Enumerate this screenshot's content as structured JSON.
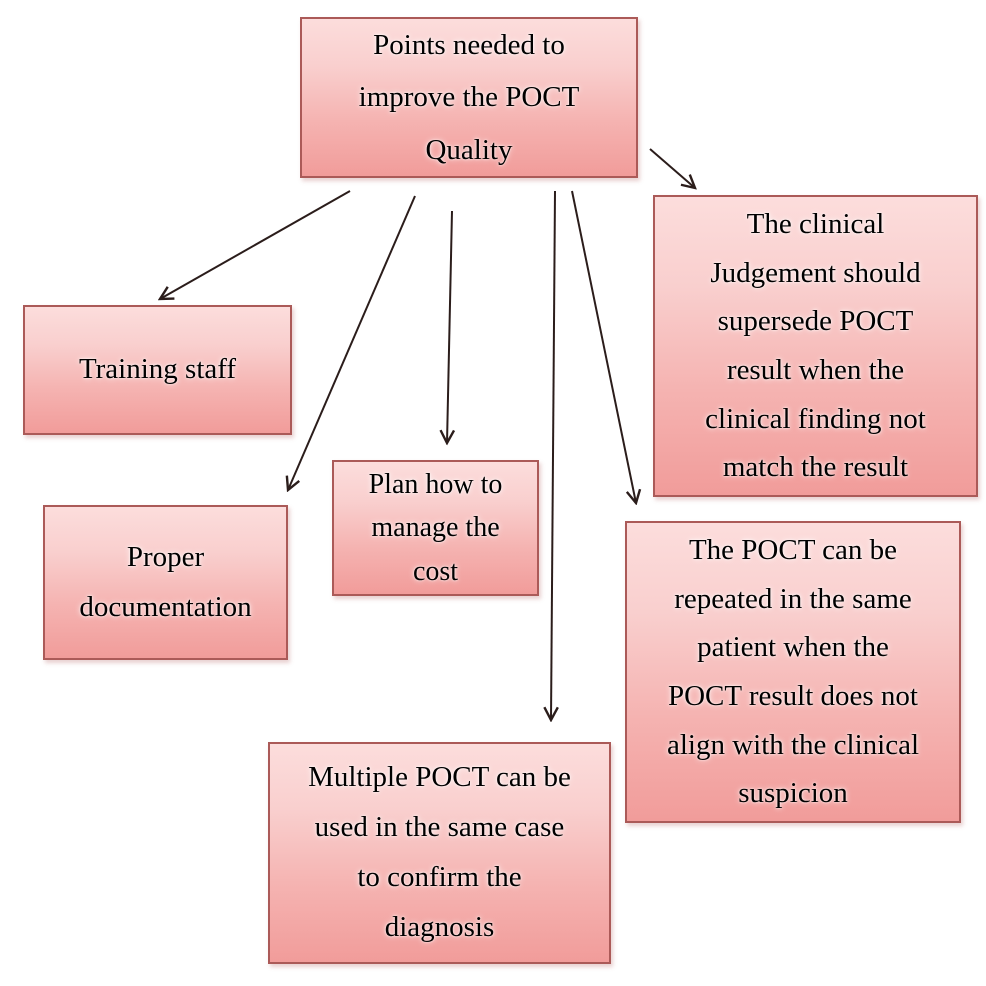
{
  "diagram": {
    "title": "POCT quality improvement diagram",
    "root": {
      "label": "Points needed to\nimprove the POCT\nQuality"
    },
    "nodes": [
      {
        "id": "training-staff",
        "label": "Training staff"
      },
      {
        "id": "proper-documentation",
        "label": "Proper\ndocumentation"
      },
      {
        "id": "plan-cost",
        "label": "Plan how to\nmanage the\ncost"
      },
      {
        "id": "clinical-judgement",
        "label": "The clinical\nJudgement should\nsupersede POCT\nresult when the\nclinical finding not\nmatch the result"
      },
      {
        "id": "repeat-poct",
        "label": "The POCT can be\nrepeated in the same\npatient when the\nPOCT result does not\nalign with the clinical\nsuspicion"
      },
      {
        "id": "multiple-poct",
        "label": "Multiple POCT can be\nused in the same case\nto confirm the\ndiagnosis"
      }
    ],
    "colors": {
      "box_fill_top": "#fcdddc",
      "box_fill_bottom": "#f19c9a",
      "box_border": "#ab5a58",
      "arrow": "#2b1d1b",
      "text": "#000000",
      "background": "#ffffff"
    }
  }
}
